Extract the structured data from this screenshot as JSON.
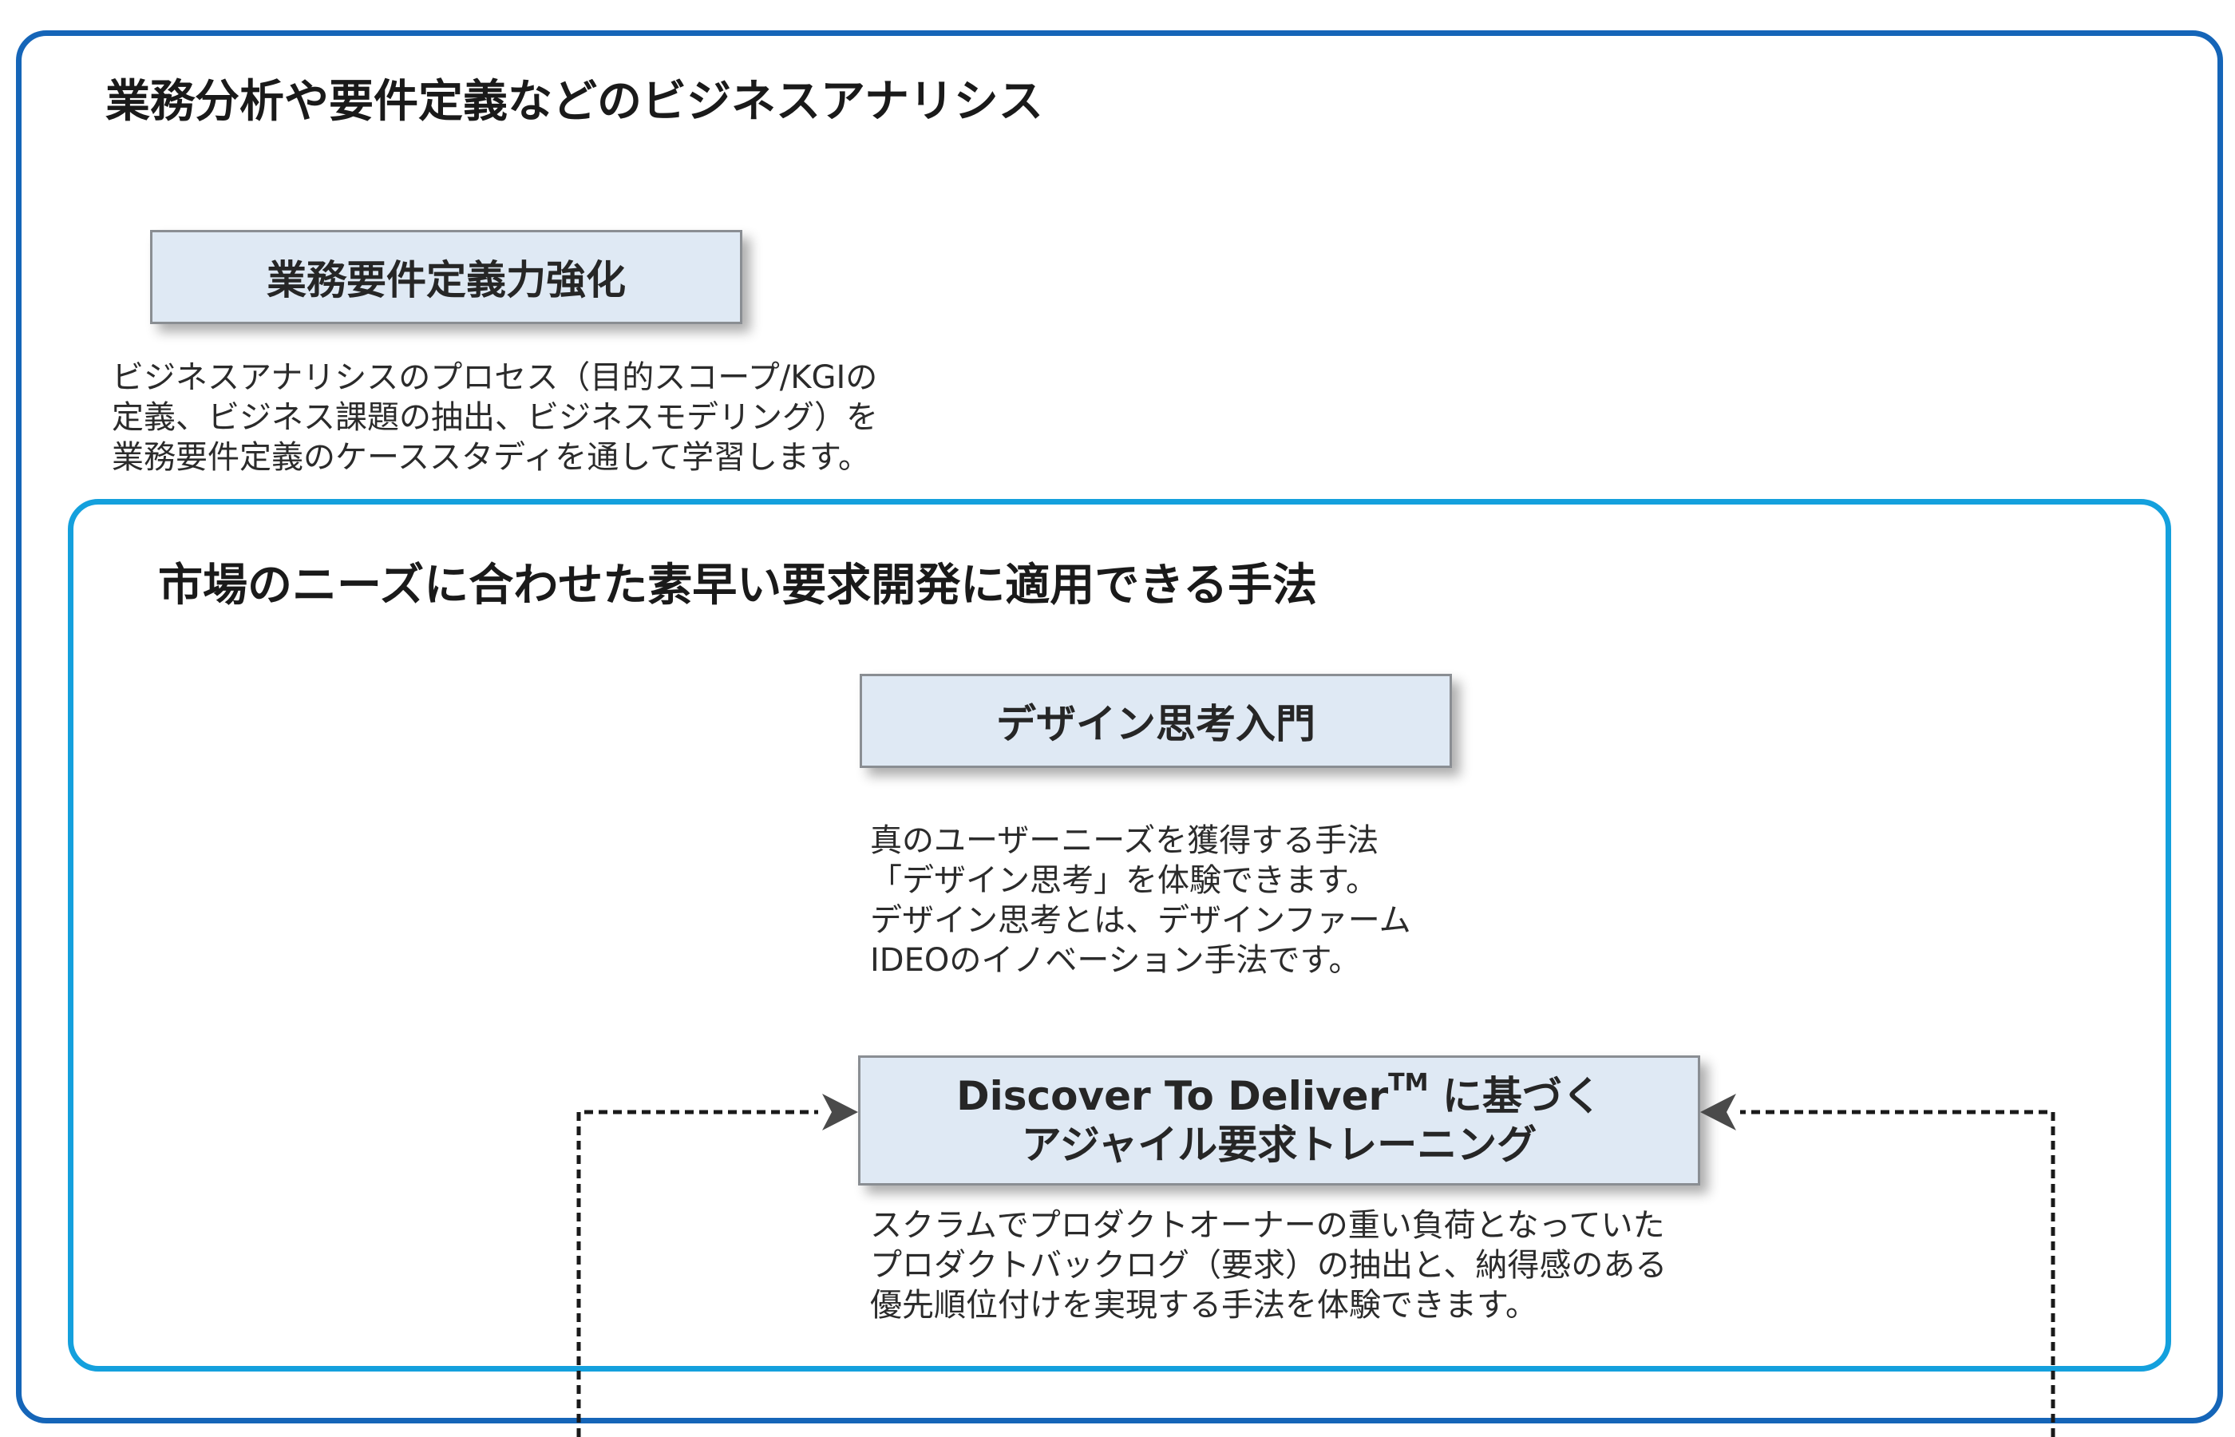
{
  "outer_section": {
    "title": "業務分析や要件定義などのビジネスアナリシス",
    "box_label": "業務要件定義力強化",
    "description": [
      "ビジネスアナリシスのプロセス（目的スコープ/KGIの",
      "定義、ビジネス課題の抽出、ビジネスモデリング）を",
      "業務要件定義のケーススタディを通して学習します。"
    ]
  },
  "inner_section": {
    "title": "市場のニーズに合わせた素早い要求開発に適用できる手法",
    "design_box_label": "デザイン思考入門",
    "design_description": [
      "真のユーザーニーズを獲得する手法",
      "「デザイン思考」を体験できます。",
      "デザイン思考とは、デザインファーム",
      "IDEOのイノベーション手法です。"
    ],
    "d2d_box_line1_main": "Discover To Deliver",
    "d2d_box_line1_tm": "TM",
    "d2d_box_line1_tail": " に基づく",
    "d2d_box_line2": "アジャイル要求トレーニング",
    "d2d_description": [
      "スクラムでプロダクトオーナーの重い負荷となっていた",
      "プロダクトバックログ（要求）の抽出と、納得感のある",
      "優先順位付けを実現する手法を体験できます。"
    ]
  },
  "colors": {
    "outer_border": "#1565b8",
    "inner_border": "#14a0dd",
    "box_fill": "#dfe9f4",
    "box_border": "#8a8e93"
  }
}
